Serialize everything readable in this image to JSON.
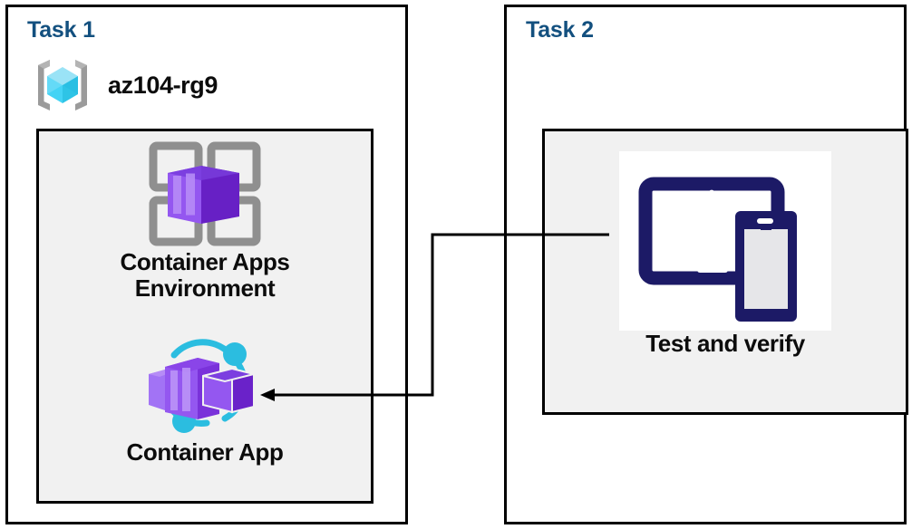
{
  "diagram": {
    "title_color": "#13507f",
    "panel_bg": "#f1f1f1",
    "border_color": "#000000",
    "tasks": [
      {
        "id": "task1",
        "title": "Task 1",
        "resource_group": {
          "name": "az104-rg9",
          "icon": "resource-group-icon"
        },
        "resources": [
          {
            "id": "container-apps-environment",
            "label": "Container Apps\nEnvironment",
            "label_line1": "Container Apps",
            "label_line2": "Environment",
            "icon": "container-apps-environment-icon",
            "icon_color": "#6d28d9",
            "frame_color": "#8f8f8f"
          },
          {
            "id": "container-app",
            "label": "Container App",
            "icon": "container-app-icon",
            "icon_color": "#8b5cf6",
            "accent_color": "#2bbde0"
          }
        ]
      },
      {
        "id": "task2",
        "title": "Task 2",
        "resources": [
          {
            "id": "test-and-verify",
            "label": "Test and verify",
            "icon": "devices-tablet-phone-icon",
            "icon_color": "#1c1a66"
          }
        ]
      }
    ],
    "connector": {
      "from": "test-and-verify",
      "to": "container-app",
      "arrow": "arrow-left",
      "color": "#000000"
    }
  }
}
